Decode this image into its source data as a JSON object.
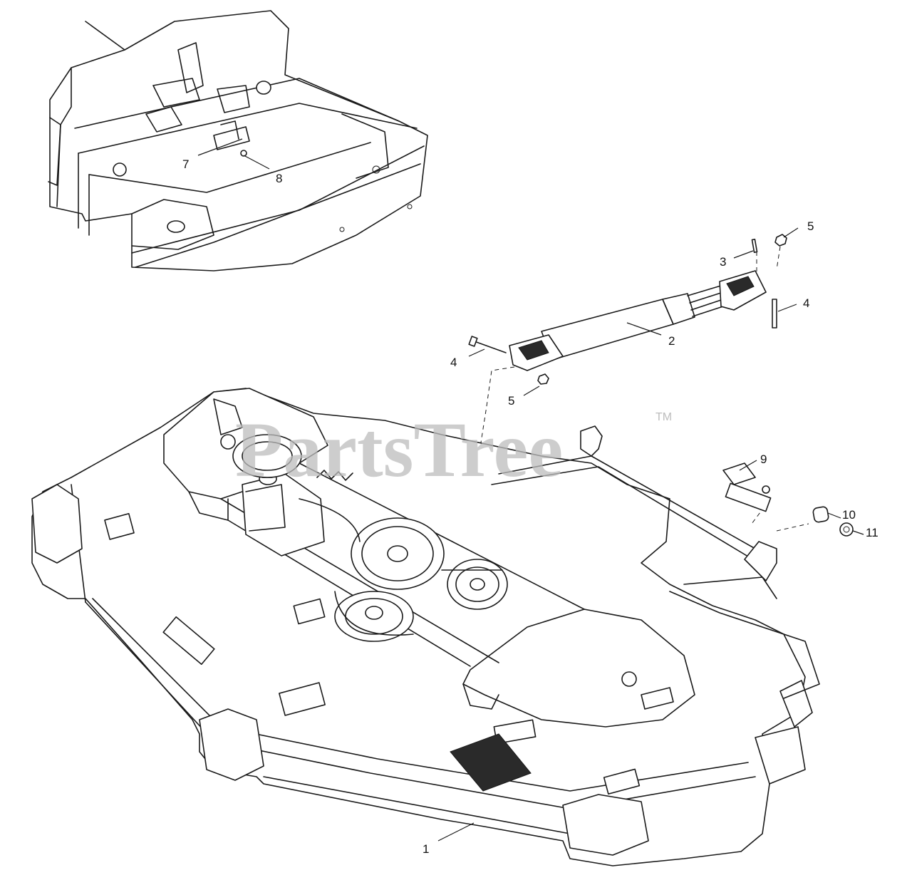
{
  "watermark": {
    "text": "PartsTree",
    "trademark": "TM"
  },
  "callouts": [
    {
      "id": "callout-1",
      "label": "1"
    },
    {
      "id": "callout-2",
      "label": "2"
    },
    {
      "id": "callout-3",
      "label": "3"
    },
    {
      "id": "callout-4a",
      "label": "4"
    },
    {
      "id": "callout-4b",
      "label": "4"
    },
    {
      "id": "callout-5a",
      "label": "5"
    },
    {
      "id": "callout-5b",
      "label": "5"
    },
    {
      "id": "callout-7",
      "label": "7"
    },
    {
      "id": "callout-8",
      "label": "8"
    },
    {
      "id": "callout-9",
      "label": "9"
    },
    {
      "id": "callout-10",
      "label": "10"
    },
    {
      "id": "callout-11",
      "label": "11"
    }
  ],
  "colors": {
    "line": "#1a1a1a",
    "watermark": "#bdbdbd",
    "background": "#ffffff"
  }
}
